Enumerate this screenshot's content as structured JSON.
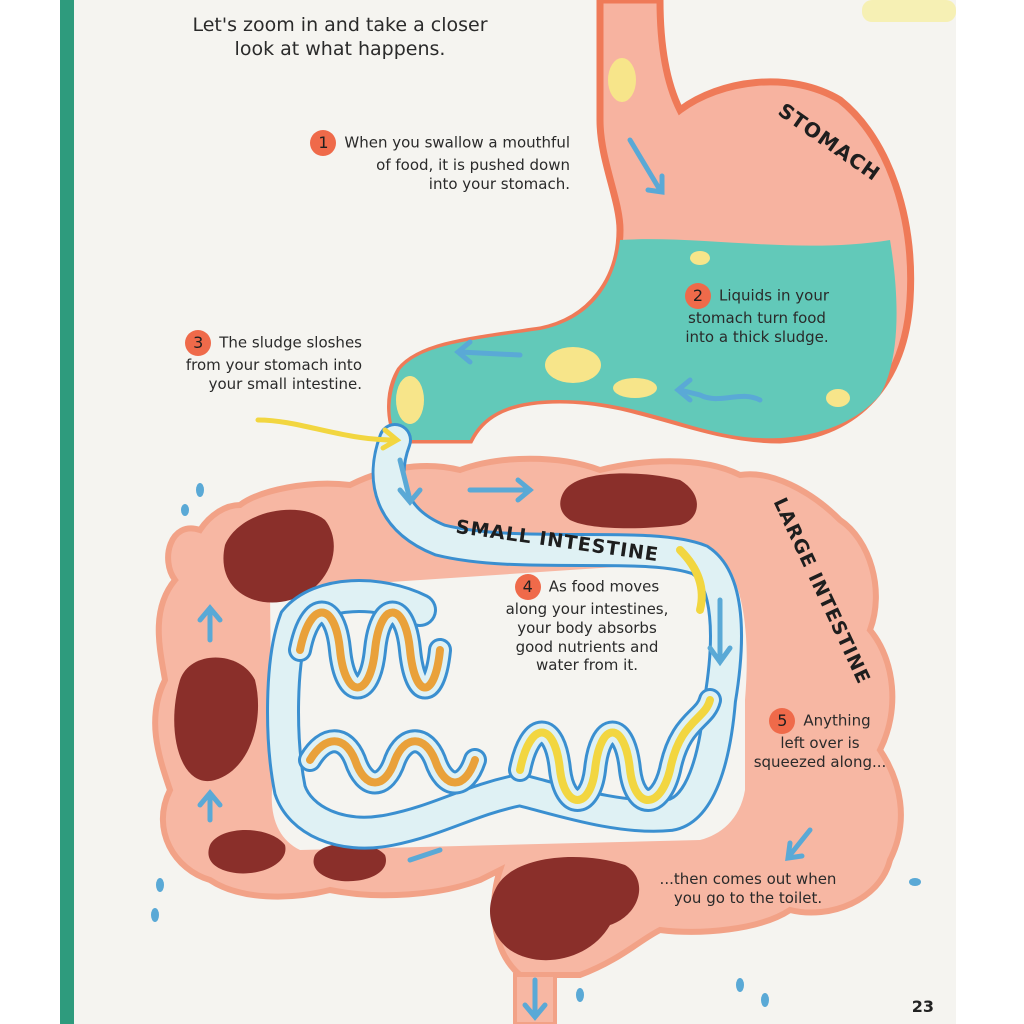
{
  "intro": {
    "line1": "Let's zoom in and take a closer",
    "line2": "look at what happens."
  },
  "labels": {
    "stomach": "STOMACH",
    "small_intestine": "SMALL INTESTINE",
    "large_intestine": "LARGE INTESTINE"
  },
  "steps": [
    {
      "number": "1",
      "lines": [
        "When you swallow a mouthful",
        "of food, it is pushed down",
        "into your stomach."
      ]
    },
    {
      "number": "2",
      "lines": [
        "Liquids in your",
        "stomach turn food",
        "into a thick sludge."
      ]
    },
    {
      "number": "3",
      "lines": [
        "The sludge sloshes",
        "from your stomach into",
        "your small intestine."
      ]
    },
    {
      "number": "4",
      "lines": [
        "As food moves",
        "along your intestines,",
        "your body absorbs",
        "good nutrients and",
        "water from it."
      ]
    },
    {
      "number": "5",
      "lines": [
        "Anything",
        "left over is",
        "squeezed along..."
      ]
    }
  ],
  "ending": {
    "line1": "...then comes out when",
    "line2": "you go to the toilet."
  },
  "page_number": "23",
  "colors": {
    "stomach_wall": "#f08868",
    "stomach_inner": "#f7b3a0",
    "liquid": "#62c9b9",
    "intestine_tube": "#dff1f4",
    "intestine_outline": "#3a8fd0",
    "large_intestine": "#f7b7a3",
    "waste": "#8a2f2a",
    "food_yellow": "#f7e58a",
    "food_orange": "#e9a13a",
    "number_badge": "#ef6a4a",
    "green_edge": "#2e9b7d"
  }
}
